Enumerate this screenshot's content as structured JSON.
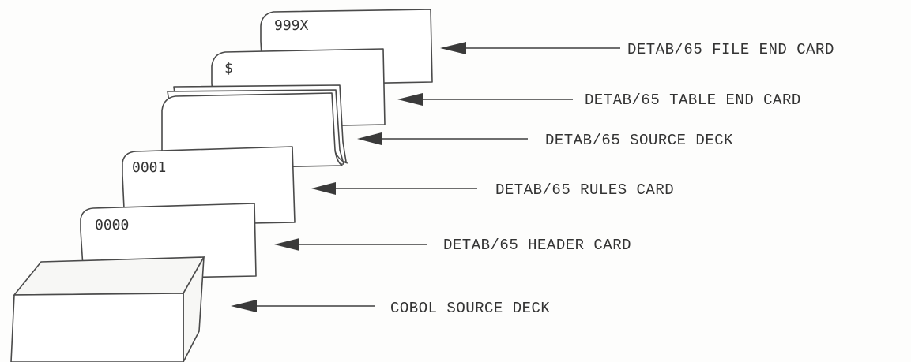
{
  "cards": {
    "file_end": "999X",
    "table_end": "$",
    "rules": "0001",
    "header": "0000"
  },
  "labels": {
    "file_end": "DETAB/65 FILE END CARD",
    "table_end": "DETAB/65 TABLE END CARD",
    "source_deck": "DETAB/65 SOURCE DECK",
    "rules": "DETAB/65 RULES CARD",
    "header": "DETAB/65 HEADER CARD",
    "cobol": "COBOL SOURCE DECK"
  },
  "colors": {
    "ink": "#333333",
    "paper": "#fdfdfc"
  }
}
